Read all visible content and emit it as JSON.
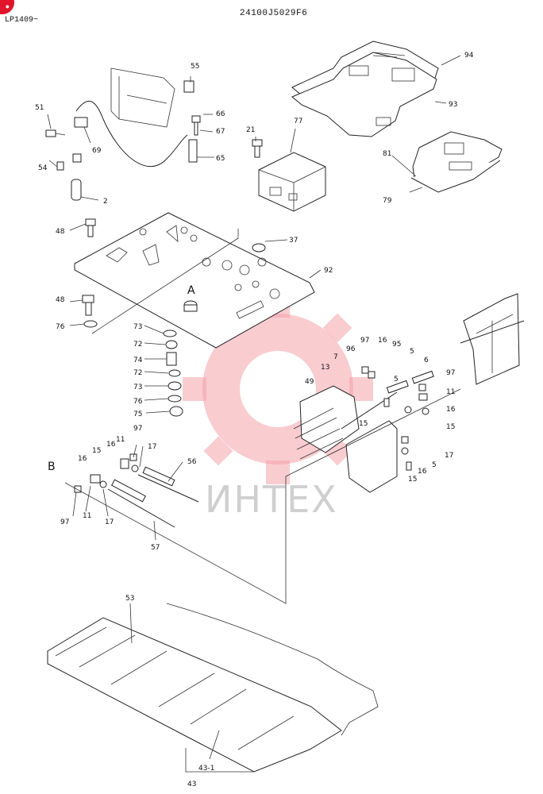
{
  "header": {
    "serial": "LP1409~",
    "part_number": "24100J5029F6"
  },
  "watermark": {
    "text": "ИНТЕХ",
    "color": "#e8323f"
  },
  "callouts": {
    "c94": "94",
    "c93": "93",
    "c81": "81",
    "c79": "79",
    "c77": "77",
    "c55": "55",
    "c66": "66",
    "c67": "67",
    "c65": "65",
    "c21": "21",
    "c51": "51",
    "c69": "69",
    "c54": "54",
    "c2": "2",
    "c48a": "48",
    "c37": "37",
    "c92": "92",
    "cA": "A",
    "c48b": "48",
    "c76a": "76",
    "c73a": "73",
    "c72a": "72",
    "c74": "74",
    "c72b": "72",
    "c73b": "73",
    "c76b": "76",
    "c75": "75",
    "c97a": "97",
    "c96": "96",
    "c16a": "16",
    "c95": "95",
    "c5a": "5",
    "c6": "6",
    "c7": "7",
    "c13": "13",
    "c49": "49",
    "c5b": "5",
    "c15a": "15",
    "c97b": "97",
    "c11a": "11",
    "c16b": "16",
    "c15b": "15",
    "c17a": "17",
    "c5c": "5",
    "c16c": "16",
    "c15c": "15",
    "c97c": "97",
    "c16d": "16",
    "c11b": "11",
    "c17b": "17",
    "c15d": "15",
    "cB": "B",
    "c16e": "16",
    "c56": "56",
    "c97d": "97",
    "c11c": "11",
    "c17c": "17",
    "c57": "57",
    "c53": "53",
    "c43_1": "43-1",
    "c43": "43"
  }
}
